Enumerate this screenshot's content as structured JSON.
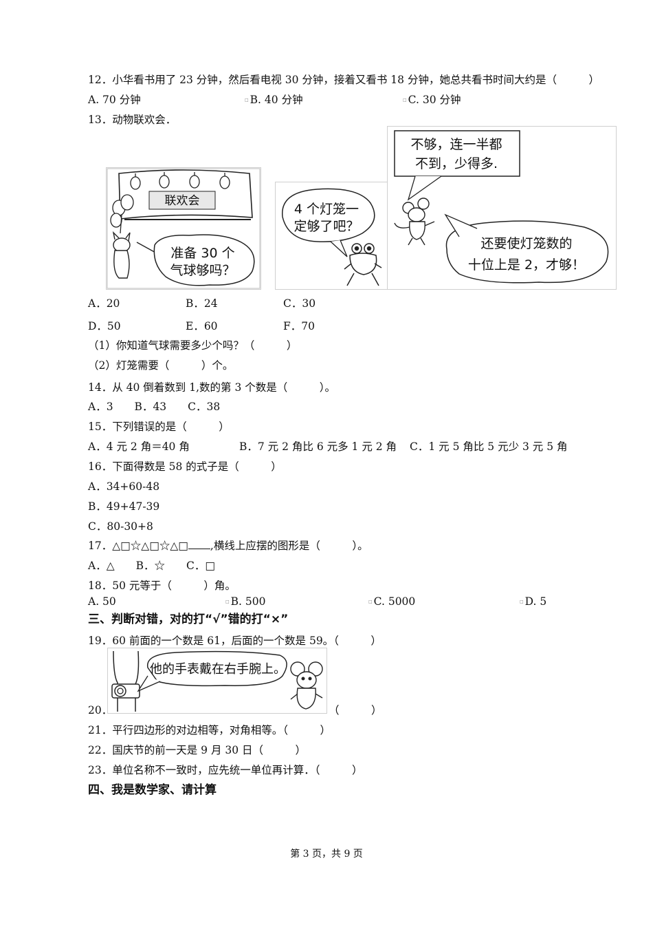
{
  "q12": {
    "stem": "12．小华看书用了 23 分钟，然后看电视 30 分钟，接着又看书 18 分钟，她总共看书时间大约是（　　　）",
    "options": [
      "A. 70 分钟",
      "B. 40 分钟",
      "C. 30 分钟"
    ]
  },
  "q13": {
    "stem": "13．动物联欢会．",
    "figure": {
      "banner": "联欢会",
      "bubble_balloon": [
        "准备 30 个",
        "气球够吗？"
      ],
      "bubble_frog": [
        "4 个灯笼一",
        "定够了吧？"
      ],
      "bubble_box": [
        "不够，连一半都",
        "不到，少得多."
      ],
      "bubble_mouse": [
        "还要使灯笼数的",
        "十位上是 2，才够！"
      ]
    },
    "options_row1": [
      "A．20",
      "B．24",
      "C．30"
    ],
    "options_row2": [
      "D．50",
      "E．60",
      "F．70"
    ],
    "sub1": "（1）你知道气球需要多少个吗？（　　　）",
    "sub2": "（2）灯笼需要（　　　）个。"
  },
  "q14": {
    "stem": "14．从 40 倒着数到 1,数的第 3 个数是（　　　）。",
    "options": "A．3　　B．43　　C．38"
  },
  "q15": {
    "stem": "15．下列错误的是（　　　）",
    "options": [
      "A．4 元 2 角＝40 角",
      "B．7 元 2 角比 6 元多 1 元 2 角",
      "C．1 元 5 角比 5 元少 3 元 5 角"
    ]
  },
  "q16": {
    "stem": "16．下面得数是 58 的式子是（　　　）",
    "options": [
      "A．34+60-48",
      "B．49+47-39",
      "C．80-30+8"
    ]
  },
  "q17": {
    "stem_start": "17．△□☆△□☆△□",
    "stem_end": ",横线上应摆的图形是（　　　）。",
    "options": "A．△　　B．☆　　C．□"
  },
  "q18": {
    "stem": "18．50 元等于（　　　）角。",
    "options": [
      "A. 50",
      "B. 500",
      "C. 5000",
      "D. 5"
    ]
  },
  "section3": "三、判断对错，对的打“√”错的打“×”",
  "q19": "19．60 前面的一个数是 61，后面的一个数是 59。（　　　）",
  "q20": {
    "num": "20．",
    "figure_text": "他的手表戴在右手腕上。",
    "paren": "（　　　）"
  },
  "q21": "21．平行四边形的对边相等，对角相等。（　　　）",
  "q22": "22．国庆节的前一天是 9 月 30 日（　　　）",
  "q23": "23．单位名称不一致时，应先统一单位再计算．（　　　）",
  "section4": "四、我是数学家、请计算",
  "footer": "第 3 页，共 9 页"
}
